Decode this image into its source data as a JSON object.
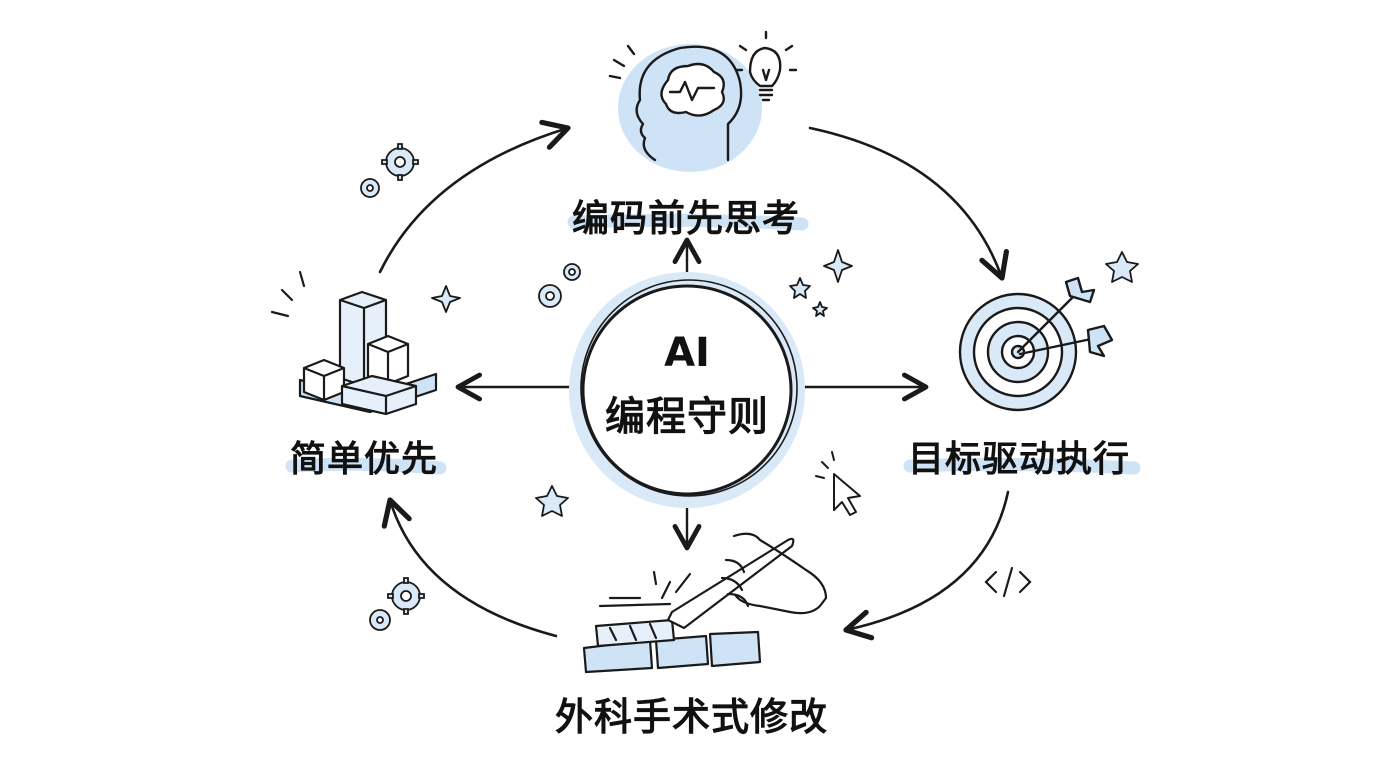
{
  "center": {
    "title": "AI",
    "subtitle": "编程守则"
  },
  "nodes": {
    "top": {
      "label": "编码前先思考",
      "icon": "brain-head-icon"
    },
    "right": {
      "label": "目标驱动执行",
      "icon": "target-icon"
    },
    "bottom": {
      "label": "外科手术式修改",
      "icon": "scalpel-hand-icon"
    },
    "left": {
      "label": "简单优先",
      "icon": "cubes-icon"
    }
  },
  "colors": {
    "accent": "#cfe3f7",
    "stroke": "#1a1a1a"
  }
}
